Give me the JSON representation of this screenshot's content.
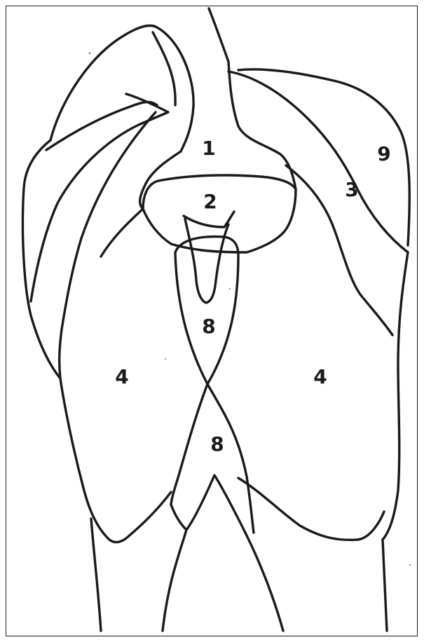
{
  "diagram": {
    "type": "anatomical-region-map",
    "line_color": "#1a1a1a",
    "background": "#ffffff",
    "labels": {
      "region_1": "1",
      "region_2": "2",
      "region_3": "3",
      "region_4_left": "4",
      "region_4_right": "4",
      "region_8_upper": "8",
      "region_8_lower": "8",
      "region_9": "9"
    }
  }
}
